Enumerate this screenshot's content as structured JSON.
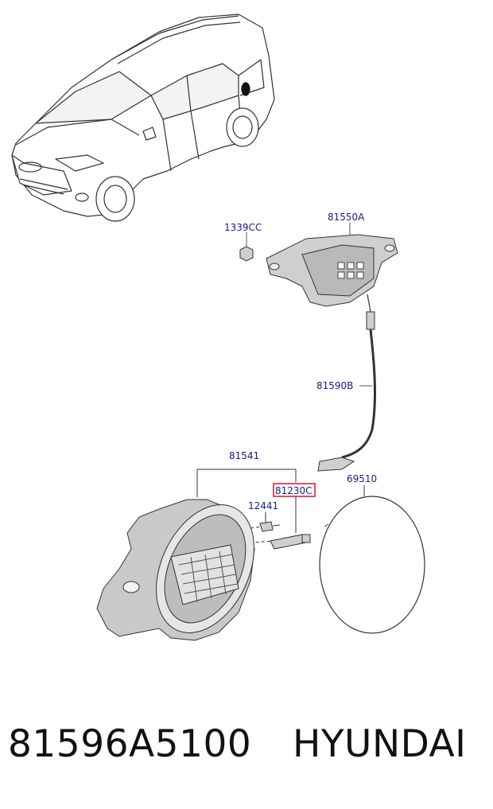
{
  "diagram": {
    "callouts": {
      "c1339cc": "1339CC",
      "c81550a": "81550A",
      "c81590b": "81590B",
      "c81541": "81541",
      "c81230c": "81230C",
      "c12441": "12441",
      "c69510": "69510"
    },
    "highlighted_callout": "81230C",
    "colors": {
      "callout_text": "#1a1a8c",
      "highlight_border": "#e0102a",
      "line_art": "#333333",
      "part_fill": "#c8c8c8"
    }
  },
  "footer": {
    "part_number": "81596A5100",
    "brand": "HYUNDAI"
  }
}
